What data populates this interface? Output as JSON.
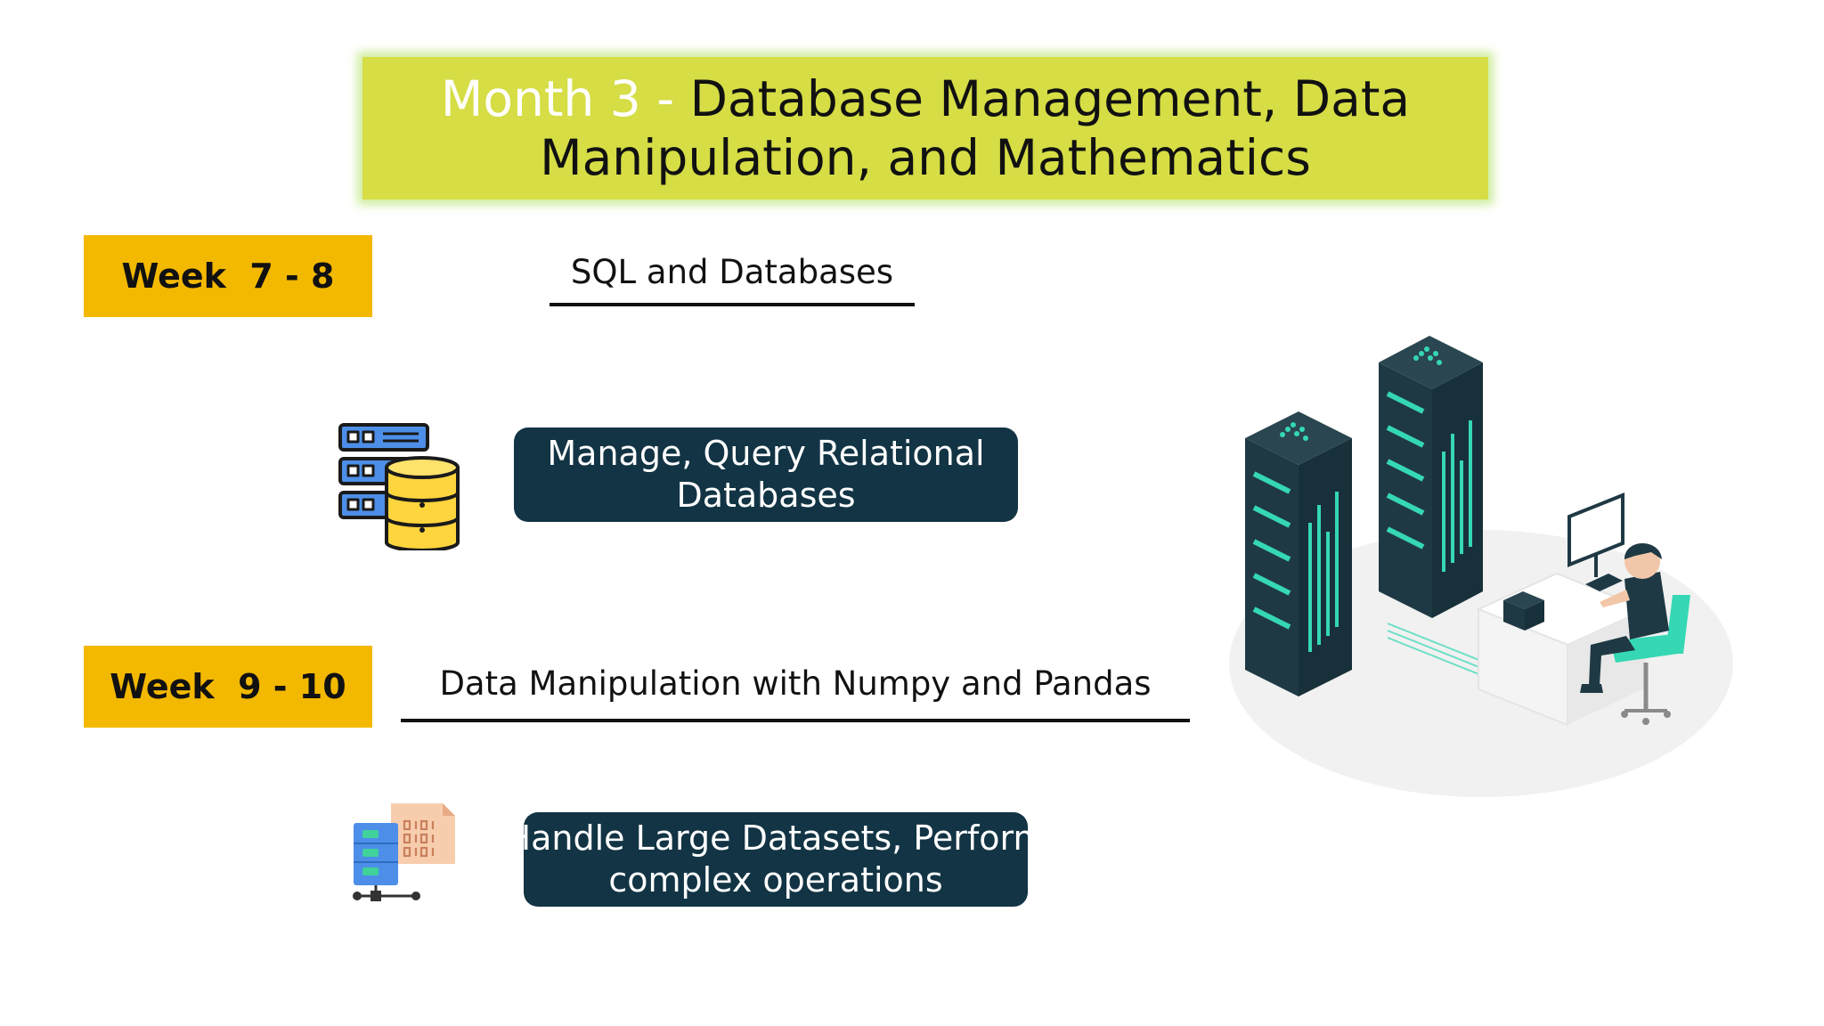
{
  "title": {
    "prefix": "Month 3 - ",
    "line1": "Database Management, Data",
    "line2": "Manipulation, and Mathematics"
  },
  "weeks": [
    {
      "label": "Week  7 - 8",
      "topic": "SQL and Databases",
      "description": "Manage, Query Relational\nDatabases",
      "icon": "database-server-icon"
    },
    {
      "label": "Week  9 - 10",
      "topic": "Data Manipulation with Numpy and Pandas",
      "description": "Handle Large Datasets, Perform\ncomplex operations",
      "icon": "binary-data-server-icon"
    }
  ],
  "illustration": "server-room-illustration",
  "colors": {
    "banner": "#d6dd45",
    "badge": "#f3b800",
    "box": "#123444",
    "server": "#223c47",
    "accent": "#35d7b4"
  }
}
